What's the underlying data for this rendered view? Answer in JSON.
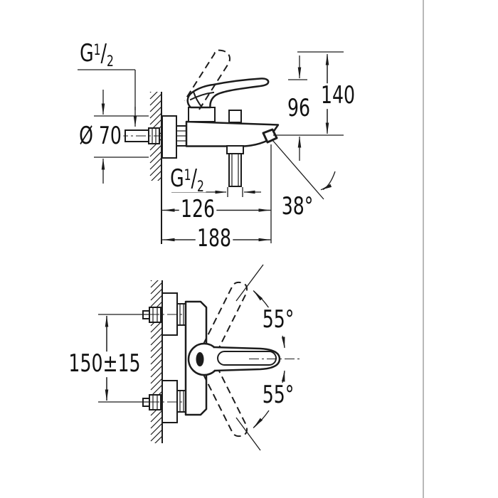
{
  "drawing": {
    "kind": "technical-dimension-drawing",
    "subject": "wall-mounted single-lever bath mixer",
    "views": [
      "side-elevation",
      "plan-view"
    ]
  },
  "labels": {
    "thread_top": {
      "g": "G",
      "num": "1",
      "slash": "/",
      "den": "2"
    },
    "thread_outlet": {
      "g": "G",
      "num": "1",
      "slash": "/",
      "den": "2"
    },
    "diameter_escutcheon": "Ø 70",
    "height_96": "96",
    "height_140": "140",
    "depth_126": "126",
    "depth_188": "188",
    "spout_angle": "38°",
    "center_distance": "150±15",
    "lever_angle_up": "55°",
    "lever_angle_down": "55°"
  },
  "style": {
    "line_color": "#1c1c1c",
    "text_color": "#111111",
    "background": "#ffffff",
    "border_line_color": "#b8b8b8",
    "border_line_x": 594
  }
}
